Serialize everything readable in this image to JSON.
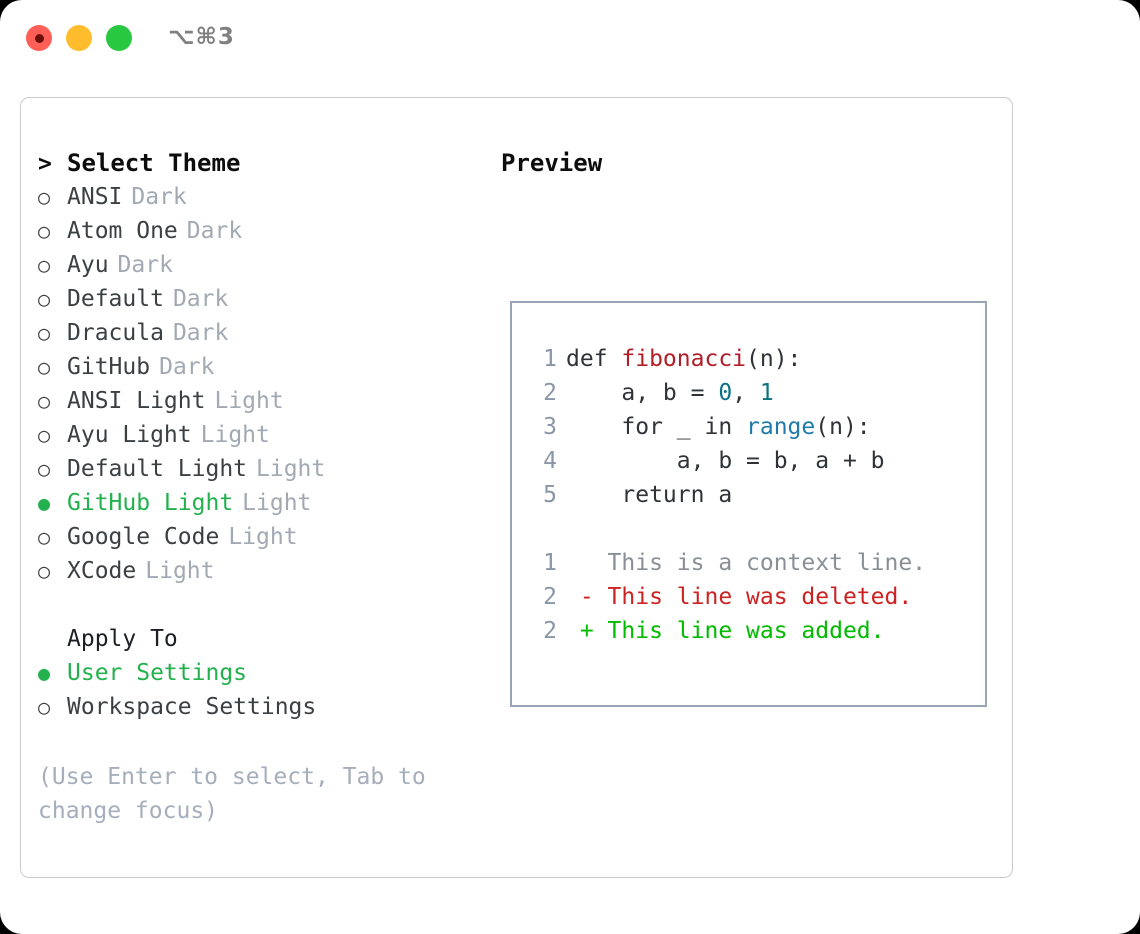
{
  "titlebar": {
    "shortcut": "⌥⌘3",
    "lights": [
      {
        "name": "close",
        "color": "#ff5f57"
      },
      {
        "name": "minimize",
        "color": "#ffbd2e"
      },
      {
        "name": "maximize",
        "color": "#28c840"
      }
    ]
  },
  "colors": {
    "selected_green": "#22b14c",
    "muted_gray": "#a3a9b3",
    "hint_gray": "#a6aebb",
    "panel_border": "#c8ccd2",
    "preview_border": "#9aa5b4",
    "diff_add": "#00bb00",
    "diff_del": "#cc2222",
    "fn_red": "#b31d28",
    "call_blue": "#1f7aa8",
    "num_teal": "#0b7285"
  },
  "theme_list": {
    "header_prefix": ">",
    "header": "Select Theme",
    "items": [
      {
        "bullet": "○",
        "name": "ANSI",
        "variant": "Dark",
        "selected": false
      },
      {
        "bullet": "○",
        "name": "Atom One",
        "variant": "Dark",
        "selected": false
      },
      {
        "bullet": "○",
        "name": "Ayu",
        "variant": "Dark",
        "selected": false
      },
      {
        "bullet": "○",
        "name": "Default",
        "variant": "Dark",
        "selected": false
      },
      {
        "bullet": "○",
        "name": "Dracula",
        "variant": "Dark",
        "selected": false
      },
      {
        "bullet": "○",
        "name": "GitHub",
        "variant": "Dark",
        "selected": false
      },
      {
        "bullet": "○",
        "name": "ANSI Light",
        "variant": "Light",
        "selected": false
      },
      {
        "bullet": "○",
        "name": "Ayu Light",
        "variant": "Light",
        "selected": false
      },
      {
        "bullet": "○",
        "name": "Default Light",
        "variant": "Light",
        "selected": false
      },
      {
        "bullet": "●",
        "name": "GitHub Light",
        "variant": "Light",
        "selected": true
      },
      {
        "bullet": "○",
        "name": "Google Code",
        "variant": "Light",
        "selected": false
      },
      {
        "bullet": "○",
        "name": "XCode",
        "variant": "Light",
        "selected": false
      }
    ]
  },
  "apply_to": {
    "header": "Apply To",
    "items": [
      {
        "bullet": "●",
        "name": "User Settings",
        "selected": true
      },
      {
        "bullet": "○",
        "name": "Workspace Settings",
        "selected": false
      }
    ]
  },
  "hint": "(Use Enter to select, Tab to change focus)",
  "preview": {
    "title": "Preview",
    "code_lines": [
      {
        "num": "1",
        "tokens": [
          {
            "t": "def ",
            "c": "plain"
          },
          {
            "t": "fibonacci",
            "c": "fn"
          },
          {
            "t": "(n):",
            "c": "plain"
          }
        ]
      },
      {
        "num": "2",
        "tokens": [
          {
            "t": "    a, b = ",
            "c": "plain"
          },
          {
            "t": "0",
            "c": "num"
          },
          {
            "t": ", ",
            "c": "plain"
          },
          {
            "t": "1",
            "c": "num"
          }
        ]
      },
      {
        "num": "3",
        "tokens": [
          {
            "t": "    for _ in ",
            "c": "plain"
          },
          {
            "t": "range",
            "c": "call"
          },
          {
            "t": "(n):",
            "c": "plain"
          }
        ]
      },
      {
        "num": "4",
        "tokens": [
          {
            "t": "        a, b = b, a + b",
            "c": "plain"
          }
        ]
      },
      {
        "num": "5",
        "tokens": [
          {
            "t": "    return a",
            "c": "plain"
          }
        ]
      }
    ],
    "diff_lines": [
      {
        "num": "1",
        "marker": "  ",
        "text": "This is a context line.",
        "kind": "ctx"
      },
      {
        "num": "2",
        "marker": "- ",
        "text": "This line was deleted.",
        "kind": "del"
      },
      {
        "num": "2",
        "marker": "+ ",
        "text": "This line was added.",
        "kind": "add"
      }
    ]
  }
}
